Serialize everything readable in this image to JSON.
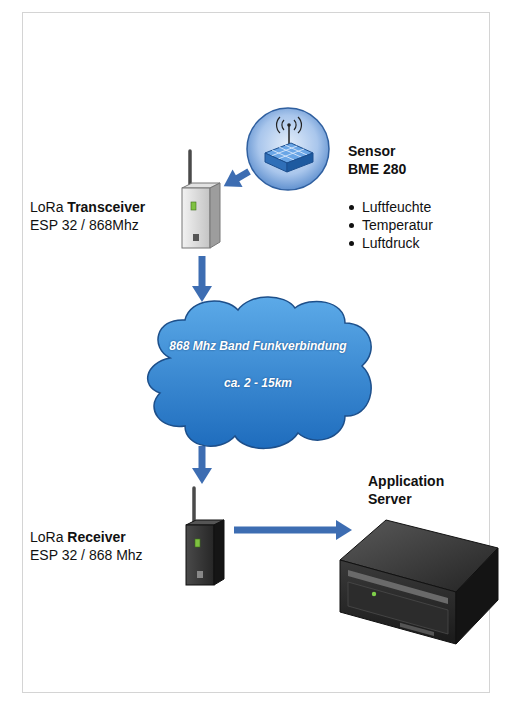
{
  "diagram": {
    "nodes": [
      {
        "text": [
          "Sensor BME 280",
          "Luftfeuchte",
          "Temperatur",
          "Luftdruck"
        ]
      },
      {
        "text": [
          "LoRa Transceiver",
          "ESP 32 / 868Mhz"
        ]
      },
      {
        "text": [
          "868 Mhz Band Funkverbindung",
          "ca. 2 - 15km"
        ]
      },
      {
        "text": [
          "LoRa Receiver",
          "ESP 32 / 868 Mhz"
        ]
      },
      {
        "text": [
          "Application Server"
        ]
      }
    ],
    "edges": [
      {
        "from": 0,
        "to": 1,
        "arrow": "to"
      },
      {
        "from": 1,
        "to": 2,
        "arrow": "to"
      },
      {
        "from": 2,
        "to": 3,
        "arrow": "to"
      },
      {
        "from": 3,
        "to": 4,
        "arrow": "to"
      }
    ]
  }
}
